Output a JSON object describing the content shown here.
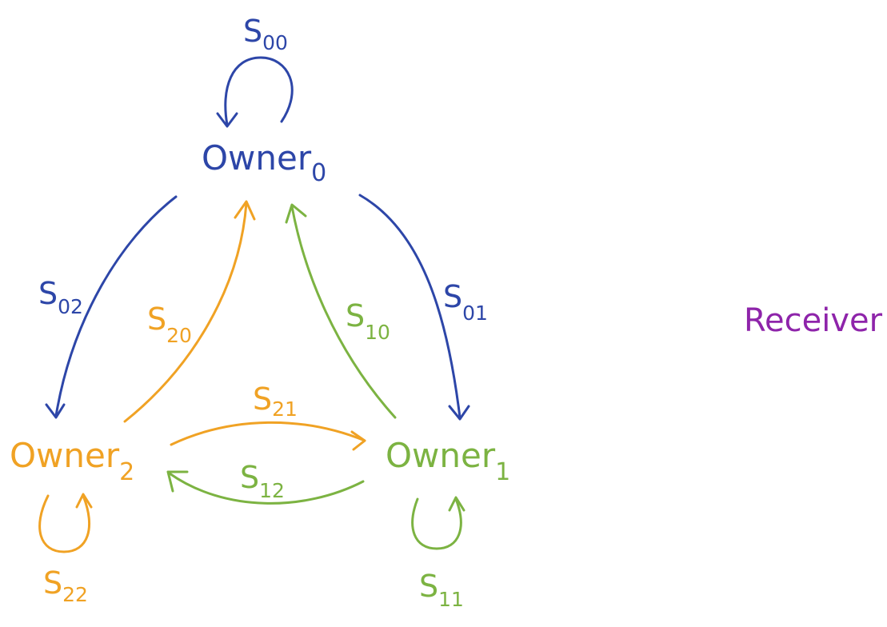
{
  "colors": {
    "owner0": "#2d46a8",
    "owner1": "#7cb342",
    "owner2": "#f0a224",
    "receiver": "#8e24aa"
  },
  "nodes": {
    "owner0": {
      "base": "Owner",
      "sub": "0"
    },
    "owner1": {
      "base": "Owner",
      "sub": "1"
    },
    "owner2": {
      "base": "Owner",
      "sub": "2"
    },
    "receiver": {
      "label": "Receiver"
    }
  },
  "edges": {
    "s00": {
      "base": "S",
      "sub": "00"
    },
    "s01": {
      "base": "S",
      "sub": "01"
    },
    "s02": {
      "base": "S",
      "sub": "02"
    },
    "s10": {
      "base": "S",
      "sub": "10"
    },
    "s11": {
      "base": "S",
      "sub": "11"
    },
    "s12": {
      "base": "S",
      "sub": "12"
    },
    "s20": {
      "base": "S",
      "sub": "20"
    },
    "s21": {
      "base": "S",
      "sub": "21"
    },
    "s22": {
      "base": "S",
      "sub": "22"
    }
  }
}
